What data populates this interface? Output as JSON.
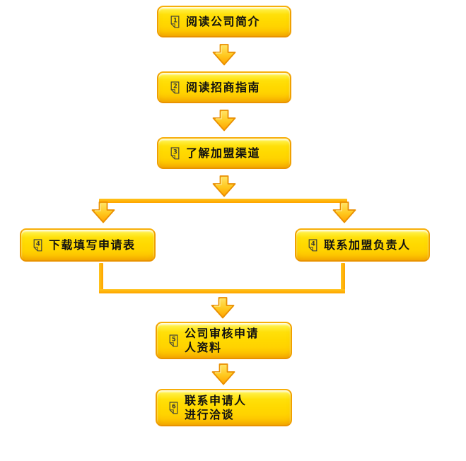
{
  "diagram_type": "flowchart",
  "icon_type": "numbered-page-icon",
  "nodes": [
    {
      "icon": "1",
      "label": "阅读公司简介"
    },
    {
      "icon": "2",
      "label": "阅读招商指南"
    },
    {
      "icon": "3",
      "label": "了解加盟渠道"
    },
    {
      "icon": "4",
      "label": "下载填写申请表"
    },
    {
      "icon": "4",
      "label": "联系加盟负责人"
    },
    {
      "icon": "5",
      "label": "公司审核申请\n人资料"
    },
    {
      "icon": "6",
      "label": "联系申请人\n进行洽谈"
    }
  ],
  "flow": [
    "阅读公司简介 -> 阅读招商指南",
    "阅读招商指南 -> 了解加盟渠道",
    "了解加盟渠道 -> 下载填写申请表",
    "了解加盟渠道 -> 联系加盟负责人",
    "下载填写申请表 -> 公司审核申请人资料",
    "联系加盟负责人 -> 公司审核申请人资料",
    "公司审核申请人资料 -> 联系申请人进行洽谈"
  ],
  "colors": {
    "background": "#ffffff",
    "node_gradient_top": "#fff897",
    "node_gradient_mid": "#ffd900",
    "node_gradient_bottom": "#ffbd00",
    "node_border": "#f0a000",
    "connector": "#ffb004",
    "arrow_fill_top": "#ffe469",
    "arrow_fill_bottom": "#ffa000",
    "arrow_outline": "#e98f00",
    "label_text": "#111111",
    "icon_stroke": "#45453a"
  }
}
